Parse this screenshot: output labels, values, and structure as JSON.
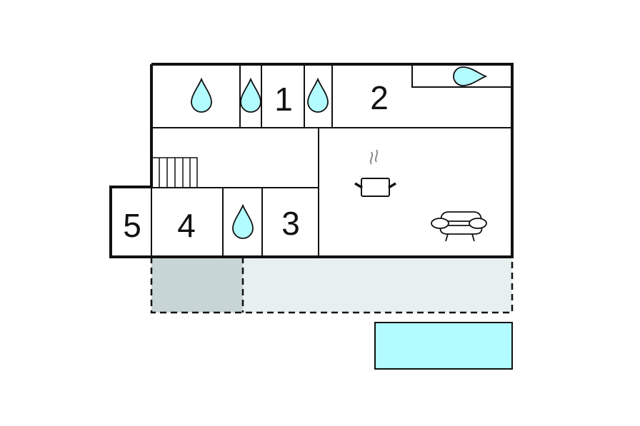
{
  "diagram": {
    "type": "floor-plan",
    "colors": {
      "wall": "#111111",
      "water": "#b2fcff",
      "terrace_dark": "#c8d5d6",
      "terrace_light": "#e6f0ef",
      "pool": "#b2fcff",
      "steam": "#8a8a8a"
    },
    "rooms": [
      {
        "id": "1",
        "label": "1",
        "kind": "bedroom"
      },
      {
        "id": "2",
        "label": "2",
        "kind": "bedroom"
      },
      {
        "id": "3",
        "label": "3",
        "kind": "bedroom"
      },
      {
        "id": "4",
        "label": "4",
        "kind": "bedroom"
      },
      {
        "id": "5",
        "label": "5",
        "kind": "bedroom"
      }
    ],
    "icons": [
      {
        "name": "bathroom-water-drop",
        "room": "top-left-bath"
      },
      {
        "name": "bathroom-water-drop",
        "room": "left-of-1"
      },
      {
        "name": "bathroom-water-drop",
        "room": "right-of-1"
      },
      {
        "name": "bathroom-water-drop",
        "room": "beside-2-horizontal"
      },
      {
        "name": "bathroom-water-drop",
        "room": "between-4-and-3"
      },
      {
        "name": "kitchen-pot",
        "room": "living-kitchen"
      },
      {
        "name": "sofa",
        "room": "living-kitchen"
      },
      {
        "name": "stairs",
        "room": "hallway"
      }
    ],
    "outdoor": [
      {
        "name": "covered-terrace",
        "style": "dashed"
      },
      {
        "name": "terrace",
        "style": "dashed"
      },
      {
        "name": "pool"
      }
    ]
  }
}
